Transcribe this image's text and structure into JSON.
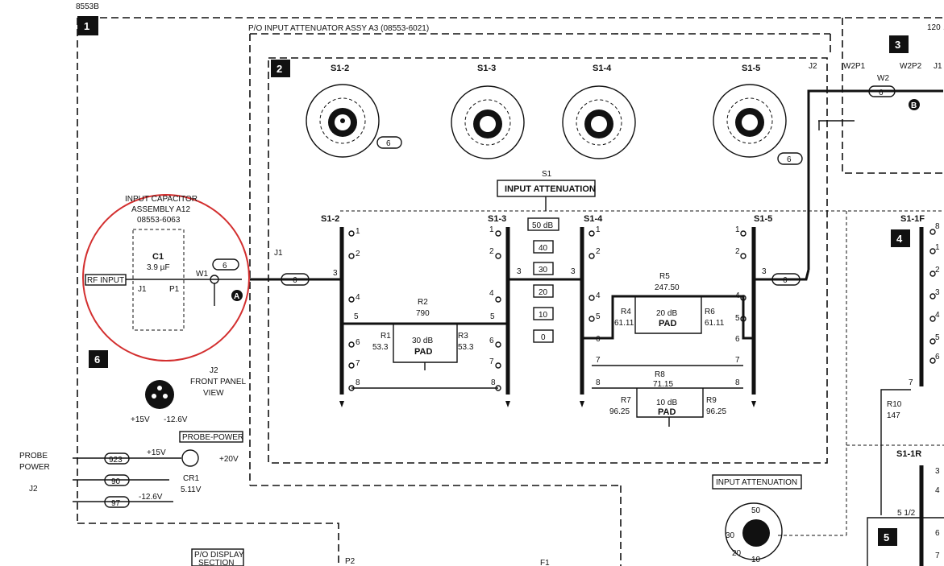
{
  "header": {
    "model": "8553B"
  },
  "regions": {
    "r1": "1",
    "r2": "2",
    "r3": "3",
    "r4": "4",
    "r5": "5",
    "r6": "6"
  },
  "assembly": {
    "label": "P/O INPUT ATTENUATOR ASSY A3 (08553-6021)"
  },
  "decks": {
    "s12": "S1-2",
    "s13": "S1-3",
    "s14": "S1-4",
    "s15": "S1-5",
    "s11f": "S1-1F",
    "s11r": "S1-1R"
  },
  "switch_labels": {
    "s1": "S1",
    "input_attenuation": "INPUT ATTENUATION"
  },
  "connectors": {
    "j1": "J1",
    "j2": "J2",
    "p1": "P1",
    "w1": "W1",
    "w2": "W2",
    "w2p1": "W2P1",
    "w2p2": "W2P2"
  },
  "wire_codes": {
    "six": "6",
    "w923": "923",
    "w90": "90",
    "w97": "97"
  },
  "markers": {
    "a": "A",
    "b": "B"
  },
  "input_cap": {
    "line1": "INPUT CAPACITOR",
    "line2": "ASSEMBLY A12",
    "line3": "08553-6063",
    "c1": "C1",
    "c1_value": "3.9 µF",
    "rf_input": "RF INPUT",
    "p1": "P1"
  },
  "pads": {
    "thirty": "30 dB",
    "twenty": "20 dB",
    "ten": "10 dB",
    "pad": "PAD"
  },
  "resistors": {
    "r1": "R1",
    "r1v": "53.3",
    "r2": "R2",
    "r2v": "790",
    "r3": "R3",
    "r3v": "53.3",
    "r4": "R4",
    "r4v": "61.11",
    "r5": "R5",
    "r5v": "247.50",
    "r6": "R6",
    "r6v": "61.11",
    "r7": "R7",
    "r7v": "96.25",
    "r8": "R8",
    "r8v": "71.15",
    "r9": "R9",
    "r9v": "96.25",
    "r10": "R10",
    "r10v": "147"
  },
  "atten_steps": [
    "50 dB",
    "40",
    "30",
    "20",
    "10",
    "0"
  ],
  "front_panel": {
    "j2": "J2",
    "line1": "FRONT PANEL",
    "line2": "VIEW",
    "v15": "+15V",
    "v126": "-12.6V"
  },
  "probe_power": {
    "label": "PROBE-POWER",
    "probe": "PROBE",
    "power": "POWER",
    "j2": "J2",
    "v15": "+15V",
    "v20": "+20V",
    "cr1": "CR1",
    "cr1_v": "5.11V",
    "v126": "-12.6V"
  },
  "knob": {
    "label": "INPUT ATTENUATION",
    "d50": "50",
    "d30": "30",
    "d20": "20",
    "d10": "10"
  },
  "bottom": {
    "display1": "P/O DISPLAY",
    "display2": "SECTION",
    "p2": "P2",
    "f1": "F1"
  },
  "pin": {
    "p1": "1",
    "p2": "2",
    "p3": "3",
    "p4": "4",
    "p5": "5",
    "p6": "6",
    "p7": "7",
    "p8": "8",
    "p512": "5 1/2"
  }
}
